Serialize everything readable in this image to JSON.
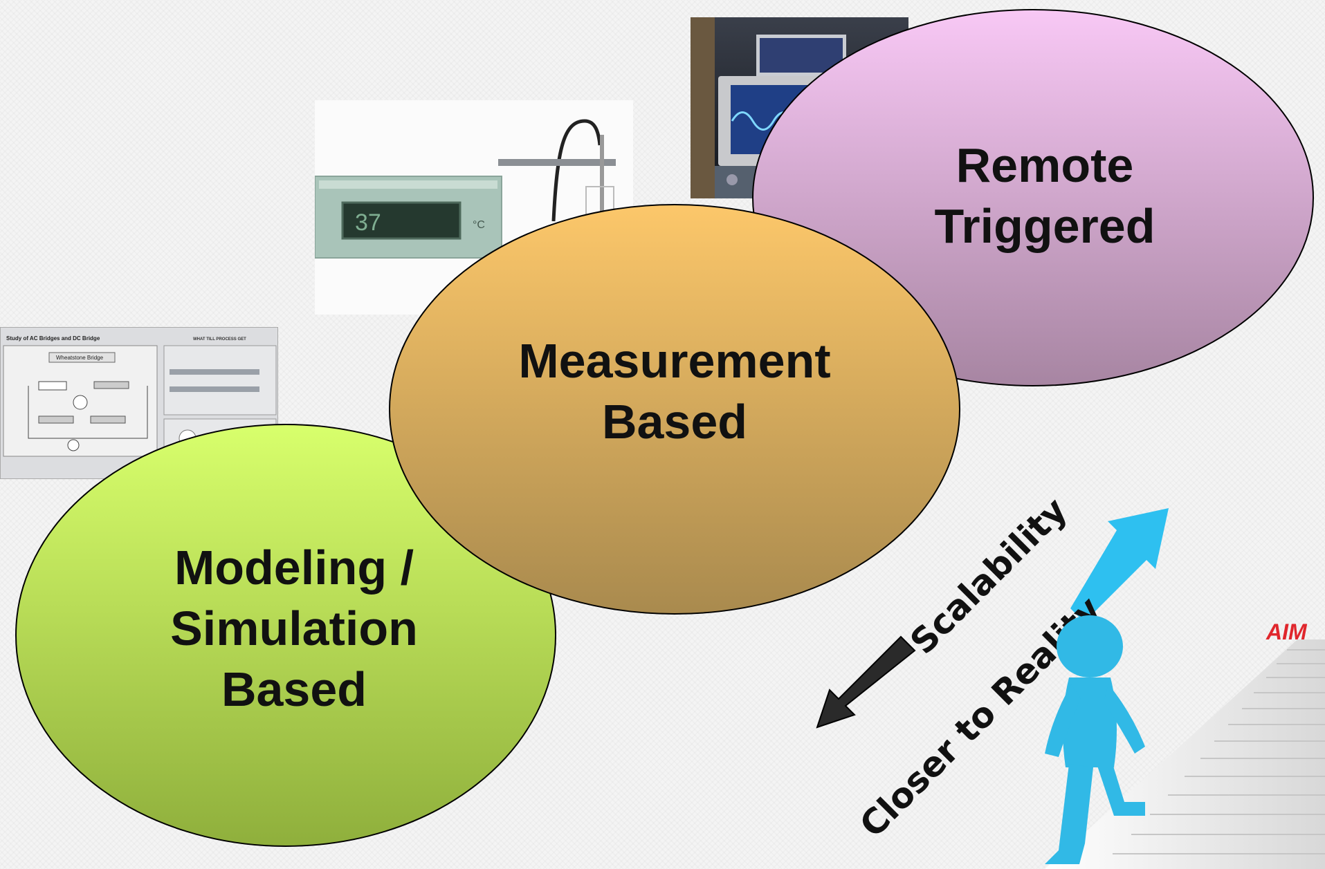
{
  "ellipses": {
    "remote": {
      "line1": "Remote",
      "line2": "Triggered",
      "color_top": "#f8c8f5",
      "color_bottom": "#a785a2"
    },
    "measurement": {
      "line1": "Measurement",
      "line2": "Based",
      "color_top": "#fcc76a",
      "color_bottom": "#a98a4e"
    },
    "modeling": {
      "line1": "Modeling /",
      "line2": "Simulation",
      "line3": "Based",
      "color_top": "#d8ff6c",
      "color_bottom": "#8faf3c"
    }
  },
  "arrows": {
    "scalability": "Scalability",
    "closer_to_reality": "Closer to Reality",
    "down_arrow_color": "#2a2a2a",
    "up_arrow_color": "#2ec0f0"
  },
  "aim_sign": "AIM",
  "meter_photo": {
    "reading": "37",
    "unit": "°C"
  },
  "bridge_screenshot": {
    "title": "Study of AC Bridges and DC Bridge",
    "circuit_title": "Wheatstone Bridge",
    "panel_title": "WHAT TILL PROCESS GET"
  },
  "icons": {
    "figure": "stick-figure-climbing-stairs-icon",
    "oscilloscope": "oscilloscope-photo-icon",
    "meter": "temperature-meter-photo-icon",
    "bridge": "bridge-simulation-screenshot-icon"
  }
}
